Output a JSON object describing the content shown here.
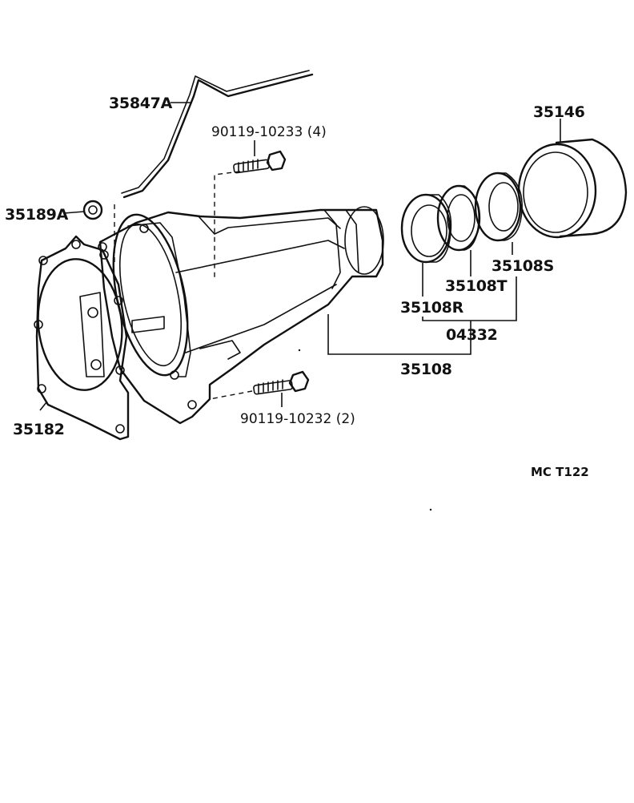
{
  "labels": {
    "breather_tube": "35847A",
    "bolt_upper": "90119-10233 (4)",
    "plug": "35189A",
    "gasket": "35182",
    "bolt_lower": "90119-10232 (2)",
    "sleeve": "35146",
    "seal_s": "35108S",
    "seal_t": "35108T",
    "seal_r": "35108R",
    "kit": "04332",
    "extension_housing": "35108",
    "diagram_code": "MC  T122"
  }
}
